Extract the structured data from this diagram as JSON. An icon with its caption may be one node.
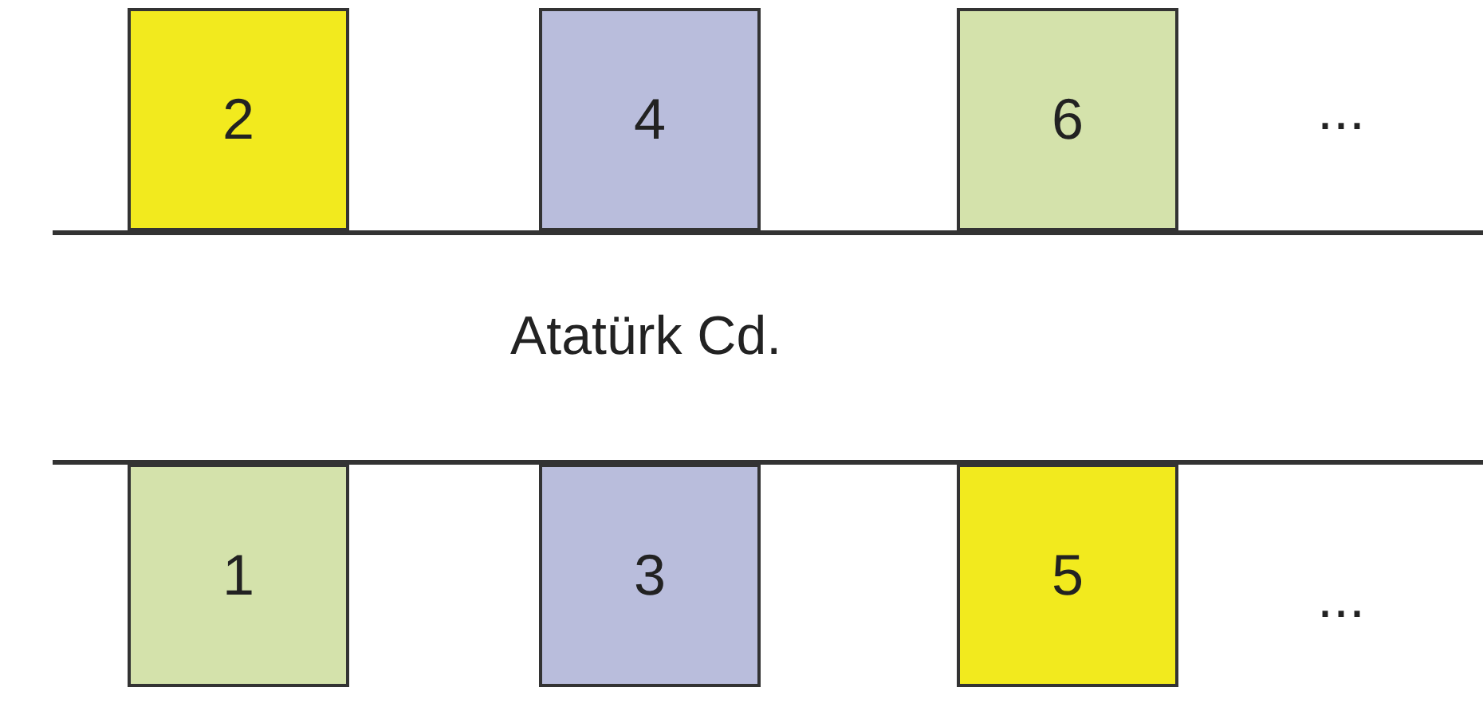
{
  "diagram": {
    "nodes": [
      {
        "text": [
          "2"
        ]
      },
      {
        "text": [
          "4"
        ]
      },
      {
        "text": [
          "6"
        ]
      },
      {
        "text": [
          "1"
        ]
      },
      {
        "text": [
          "3"
        ]
      },
      {
        "text": [
          "5"
        ]
      }
    ],
    "labels": [
      "...",
      "Atatürk Cd.",
      "..."
    ]
  }
}
